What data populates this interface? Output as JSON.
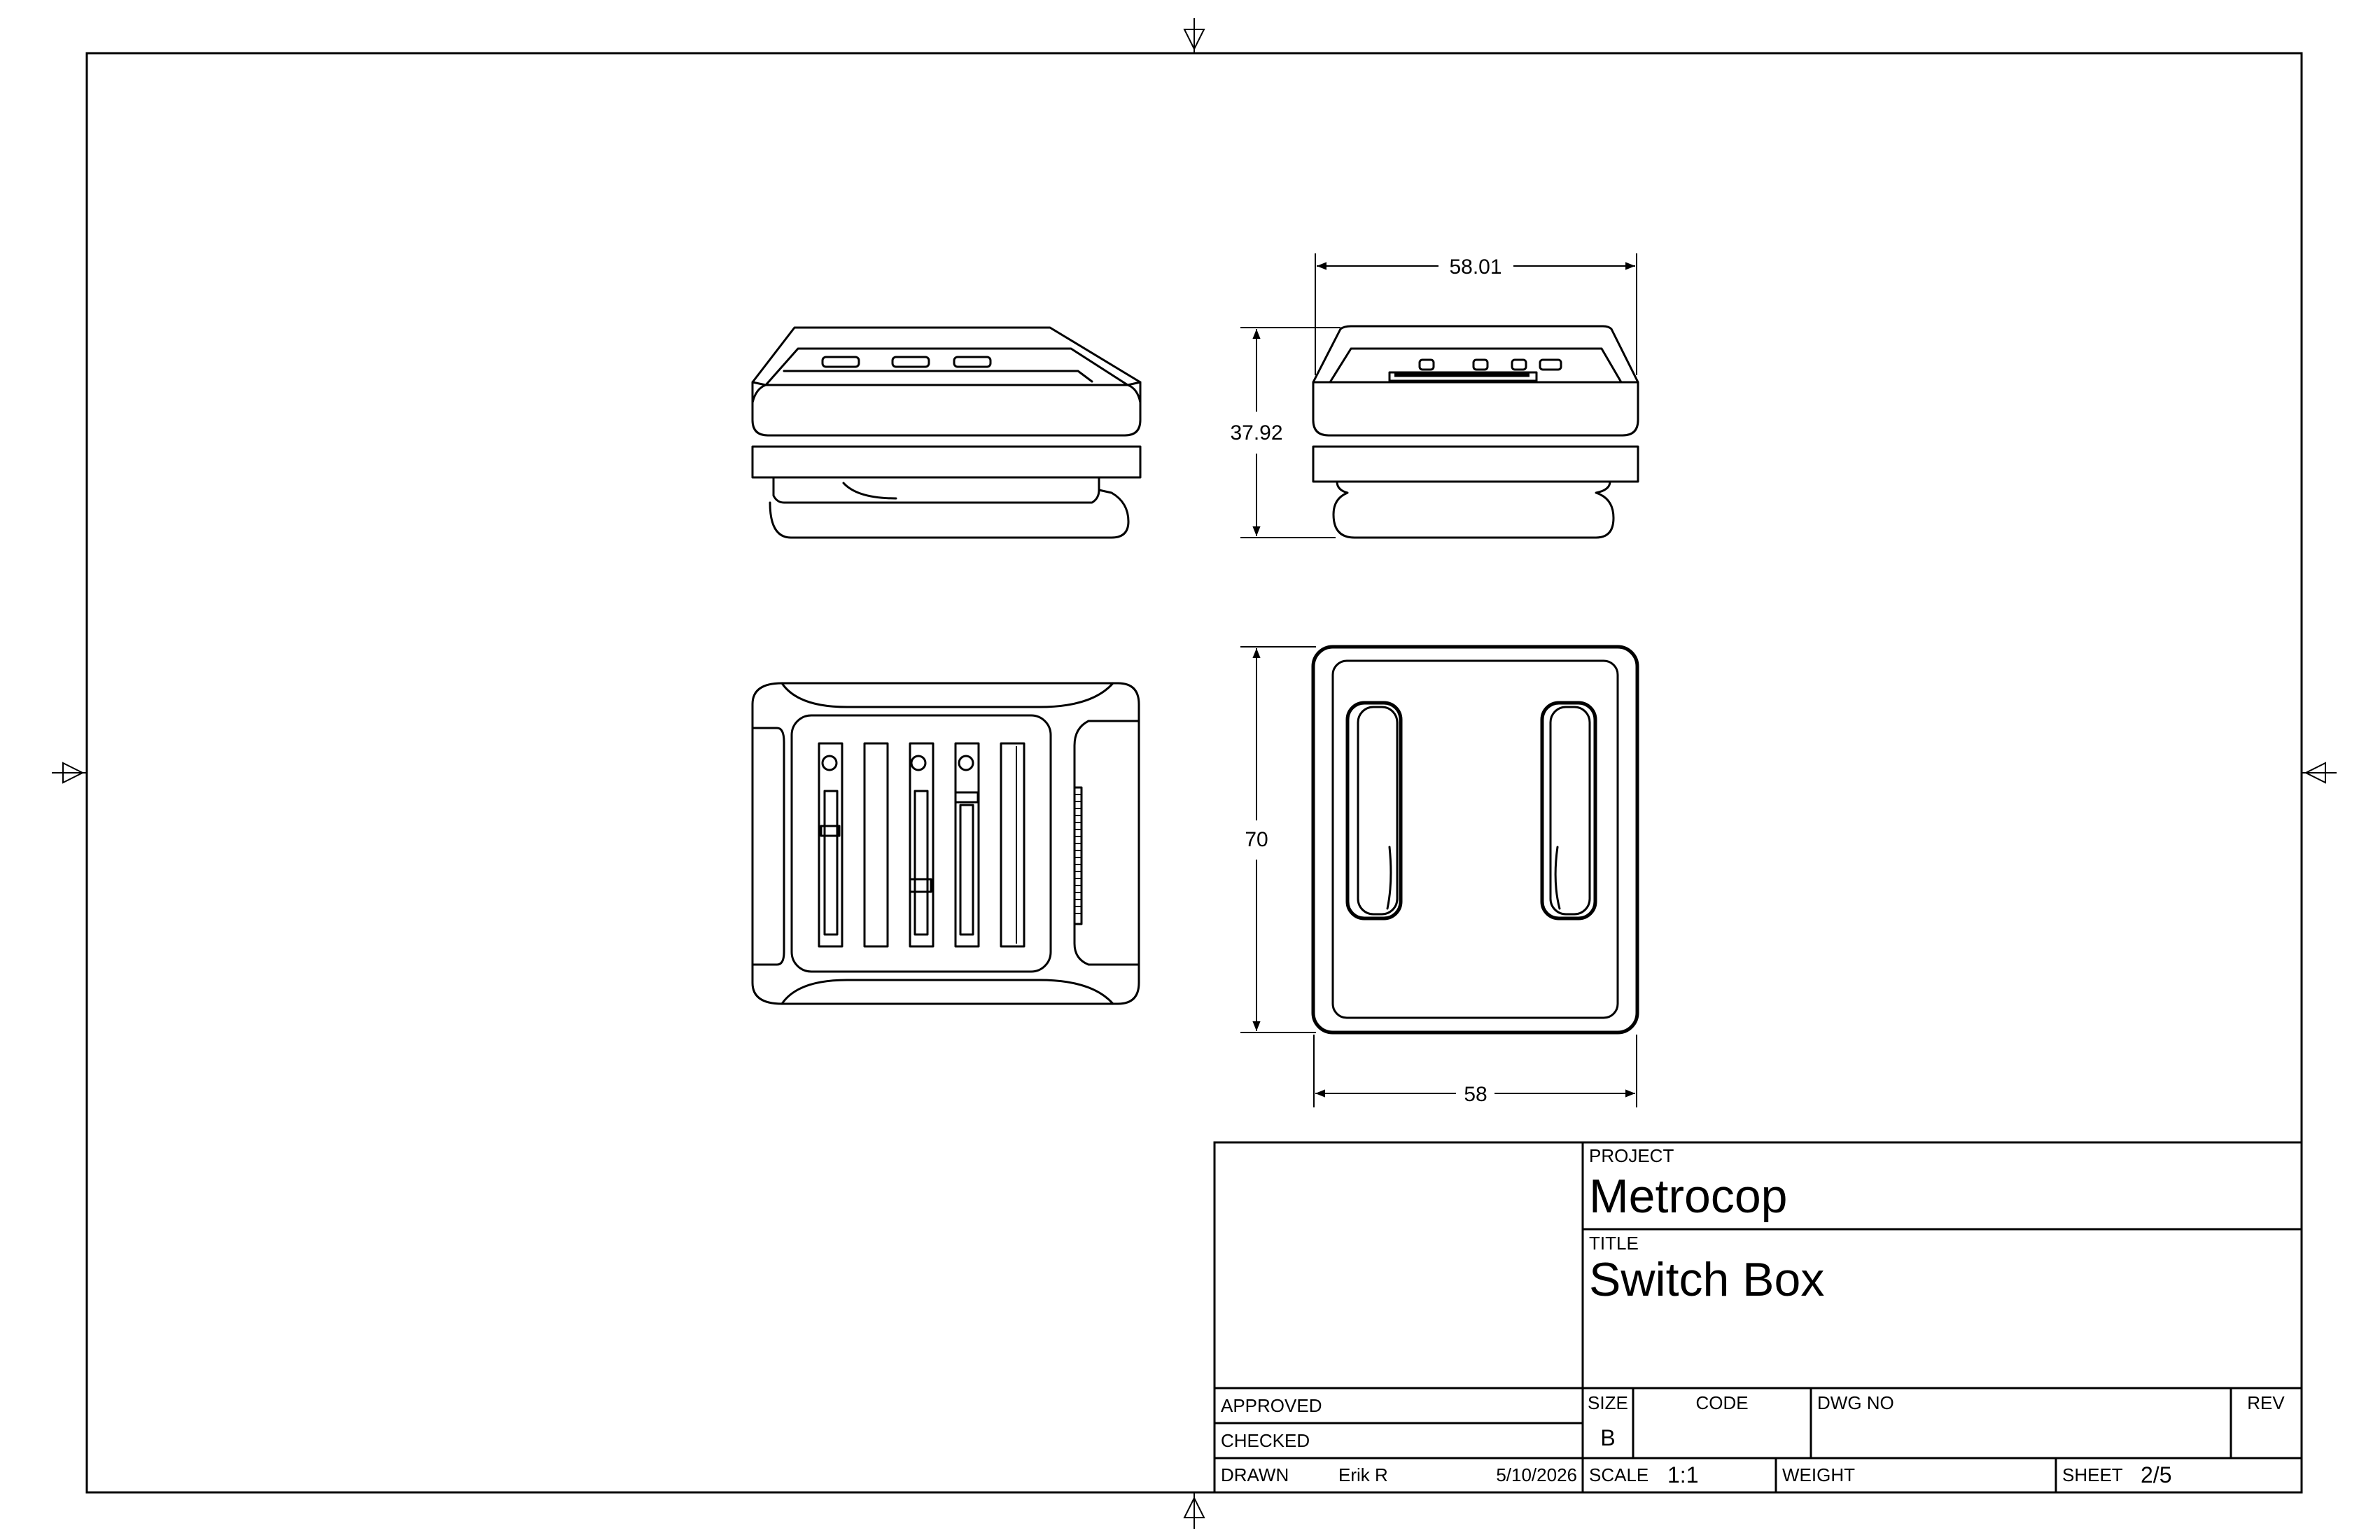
{
  "dimensions": {
    "top_width": "58.01",
    "height": "37.92",
    "plan_height": "70",
    "bottom_width": "58"
  },
  "title_block": {
    "project_label": "PROJECT",
    "project": "Metrocop",
    "title_label": "TITLE",
    "title": "Switch Box",
    "approved_label": "APPROVED",
    "checked_label": "CHECKED",
    "drawn_label": "DRAWN",
    "drawn_by": "Erik R",
    "drawn_date": "5/10/2026",
    "size_label": "SIZE",
    "size": "B",
    "code_label": "CODE",
    "dwg_no_label": "DWG NO",
    "rev_label": "REV",
    "scale_label": "SCALE",
    "scale": "1:1",
    "weight_label": "WEIGHT",
    "sheet_label": "SHEET",
    "sheet": "2/5"
  }
}
